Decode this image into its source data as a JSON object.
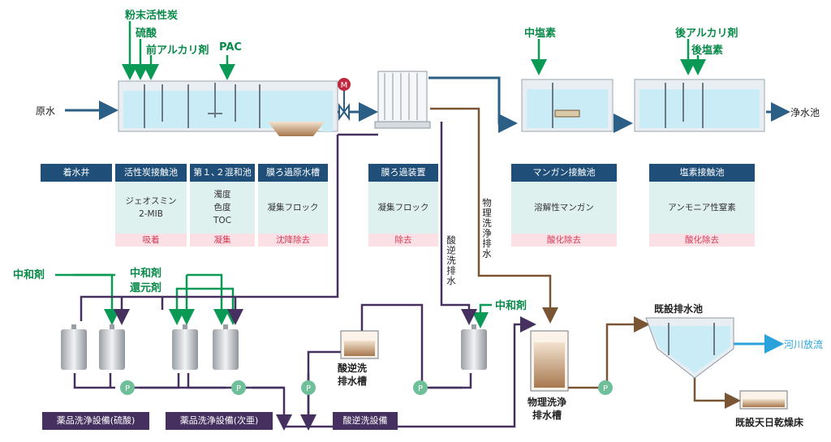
{
  "chemicals": {
    "powdered_carbon": "粉末活性炭",
    "sulfuric_acid": "硫酸",
    "pre_alkali": "前アルカリ剤",
    "pac": "PAC",
    "mid_chlorine": "中塩素",
    "post_alkali": "後アルカリ剤",
    "post_chlorine": "後塩素",
    "neutralizer_1": "中和剤",
    "neutralizer_2": "中和剤",
    "reductant": "還元剤",
    "neutralizer_3": "中和剤"
  },
  "flow": {
    "raw_water": "原水",
    "clear_well": "浄水池",
    "river_discharge": "河川放流",
    "physical_wash_drain": "物理洗浄排水",
    "acid_backwash_drain": "酸逆洗排水"
  },
  "process_units": [
    {
      "name": "着水井",
      "substance": [],
      "action": ""
    },
    {
      "name": "活性炭接触池",
      "substance": [
        "ジェオスミン",
        "2-MIB"
      ],
      "action": "吸着"
    },
    {
      "name": "第１､２混和池",
      "substance": [
        "濁度",
        "色度",
        "TOC"
      ],
      "action": "凝集"
    },
    {
      "name": "膜ろ過原水槽",
      "substance": [
        "凝集フロック"
      ],
      "action": "沈降除去"
    },
    {
      "name": "膜ろ過装置",
      "substance": [
        "凝集フロック"
      ],
      "action": "除去"
    },
    {
      "name": "マンガン接触池",
      "substance": [
        "溶解性マンガン"
      ],
      "action": "酸化除去"
    },
    {
      "name": "塩素接触池",
      "substance": [
        "アンモニア性窒素"
      ],
      "action": "酸化除去"
    }
  ],
  "tanks": {
    "existing_drain_pond": "既設排水池",
    "acid_backwash_tank": [
      "酸逆洗",
      "排水槽"
    ],
    "physical_wash_tank": [
      "物理洗浄",
      "排水槽"
    ],
    "existing_drying_bed": "既設天日乾燥床"
  },
  "equipment": {
    "pump_symbol": "P",
    "motor_symbol": "M",
    "chem_wash_sulfuric": "薬品洗浄設備(硫酸)",
    "chem_wash_hypochlorite": "薬品洗浄設備(次亜)",
    "acid_backwash_equipment": "酸逆洗設備"
  },
  "colors": {
    "feed_arrow": "#0a9a55",
    "water_line": "#2b5f86",
    "drain_line_brown": "#7a5533",
    "drain_line_purple": "#45305f",
    "river_line": "#2aa3dc",
    "unit_header": "#1f4f78",
    "substance_bg": "#dff1ef",
    "action_bg": "#fbe1e6",
    "action_text": "#d23a55"
  }
}
